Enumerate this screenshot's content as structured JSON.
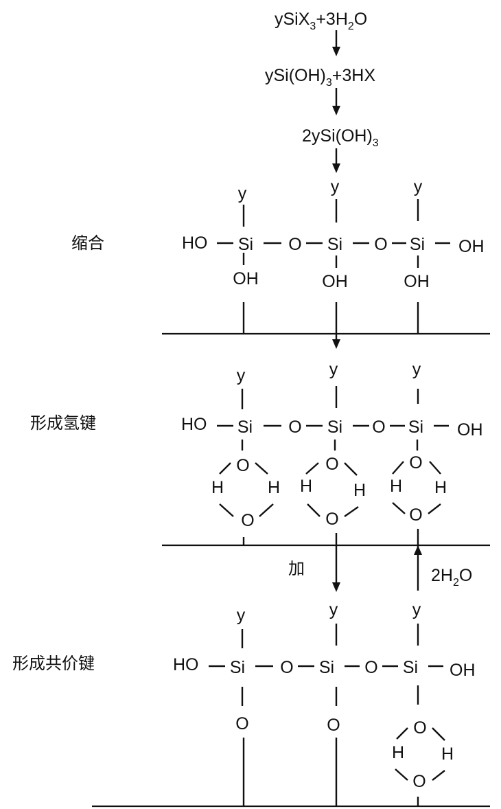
{
  "reaction": {
    "line1": {
      "main": "ySiX",
      "sub": "3",
      "tail": "+3H",
      "sub2": "2",
      "end": "O"
    },
    "line2": {
      "main": "ySi(OH)",
      "sub": "3",
      "tail": "+3HX"
    },
    "line3": {
      "main": "2ySi(OH)",
      "sub": "3"
    }
  },
  "stages": {
    "condensation": "缩合",
    "hydrogen_bond": "形成氢键",
    "covalent_bond": "形成共价键"
  },
  "process": {
    "heating": "加",
    "water": {
      "main": "2H",
      "sub": "2",
      "end": "O"
    }
  },
  "atoms": {
    "y": "y",
    "si": "Si",
    "o": "O",
    "h": "H",
    "oh": "OH",
    "ho": "HO"
  }
}
